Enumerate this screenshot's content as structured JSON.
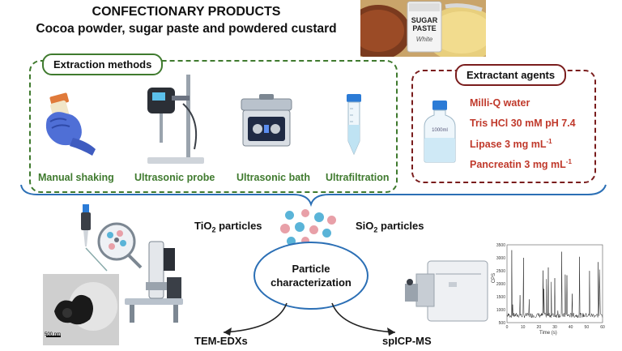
{
  "title": {
    "line1": "CONFECTIONARY PRODUCTS",
    "line2": "Cocoa powder, sugar paste and powdered custard"
  },
  "product_photo": {
    "package_text": "SUGAR PASTE",
    "package_sub": "White"
  },
  "extraction": {
    "heading": "Extraction methods",
    "methods": [
      {
        "label": "Manual shaking",
        "icon": "gloved-hand-shaking-tube-icon"
      },
      {
        "label": "Ultrasonic probe",
        "icon": "ultrasonic-probe-icon"
      },
      {
        "label": "Ultrasonic bath",
        "icon": "ultrasonic-bath-icon"
      },
      {
        "label": "Ultrafiltration",
        "icon": "centrifuge-tube-icon"
      }
    ],
    "color": "#3f7a2e"
  },
  "extractants": {
    "heading": "Extractant agents",
    "agents": [
      {
        "text": "Milli-Q water",
        "sup": ""
      },
      {
        "text": "Tris HCl 30 mM pH 7.4",
        "sup": ""
      },
      {
        "text": "Lipase 3 mg mL",
        "sup": "-1"
      },
      {
        "text": "Pancreatin 3 mg mL",
        "sup": "-1"
      }
    ],
    "bottle_label": "1000ml",
    "color": "#7a1d1d",
    "text_color": "#c0392b"
  },
  "particles": {
    "tio2_prefix": "TiO",
    "tio2_sub": "2",
    "tio2_suffix": " particles",
    "sio2_prefix": "SiO",
    "sio2_sub": "2",
    "sio2_suffix": " particles",
    "tio2_color": "#e8a0a8",
    "sio2_color": "#5ab4d8"
  },
  "center": {
    "line1": "Particle",
    "line2": "characterization",
    "border_color": "#2b6fb5"
  },
  "techniques": {
    "left": "TEM-EDXs",
    "right": "spICP-MS"
  },
  "tem_image": {
    "scale_bar": "500 nm"
  },
  "spicp_chart": {
    "ylabel": "CPS",
    "xlabel": "Time (s)",
    "y_ticks": [
      "3500",
      "3000",
      "2500",
      "2000",
      "1500",
      "1000",
      "500"
    ],
    "x_ticks": [
      "0",
      "10",
      "20",
      "30",
      "40",
      "50",
      "60"
    ]
  }
}
